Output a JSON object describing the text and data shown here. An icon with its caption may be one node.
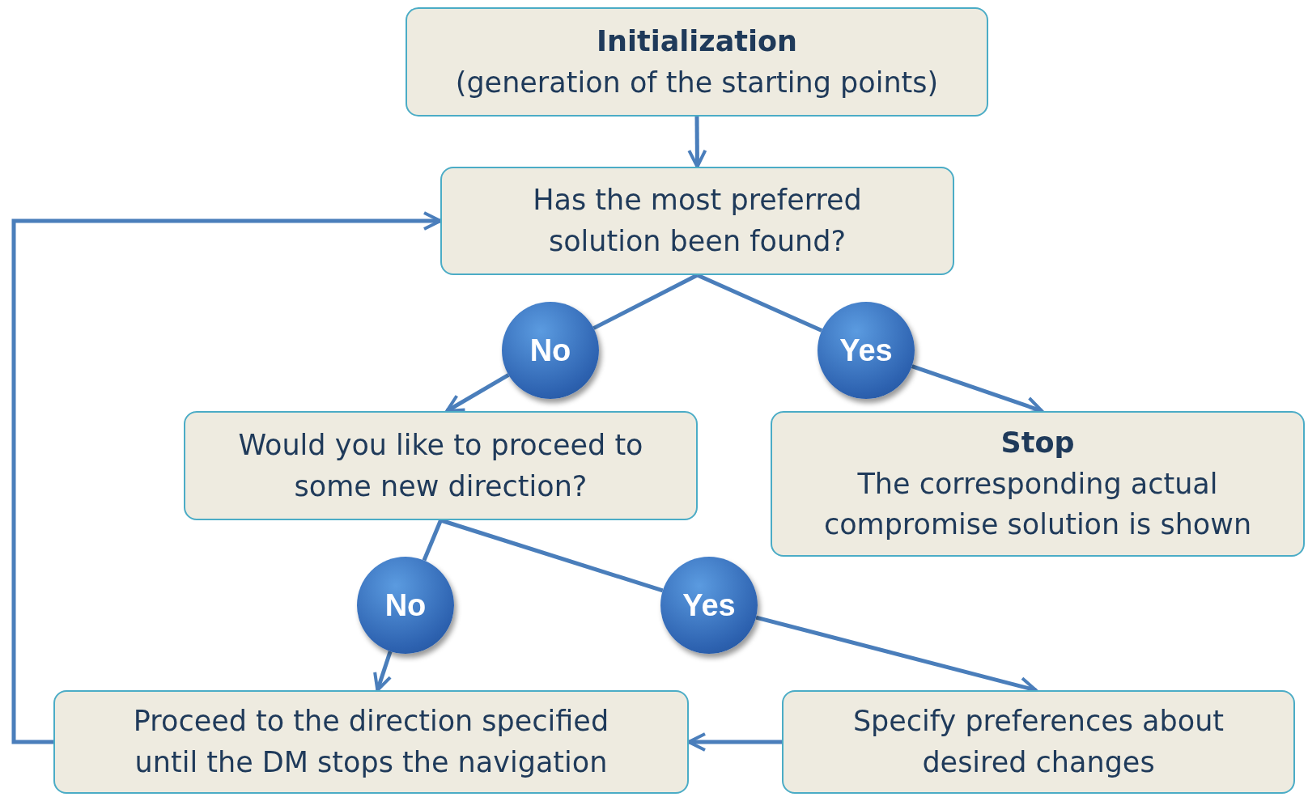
{
  "diagram": {
    "nodes": [
      {
        "text": [
          "Initialization",
          "(generation of the starting points)"
        ]
      },
      {
        "text": [
          "Has the most preferred solution been found?"
        ]
      },
      {
        "text": [
          "No"
        ]
      },
      {
        "text": [
          "Yes"
        ]
      },
      {
        "text": [
          "Would you like to proceed to some new direction?"
        ]
      },
      {
        "text": [
          "Stop",
          "The corresponding actual compromise solution is shown"
        ]
      },
      {
        "text": [
          "No"
        ]
      },
      {
        "text": [
          "Yes"
        ]
      },
      {
        "text": [
          "Proceed to the direction specified until the DM stops the navigation"
        ]
      },
      {
        "text": [
          "Specify preferences about desired changes"
        ]
      }
    ],
    "edges": [
      {
        "from": 0,
        "to": 1,
        "arrow": "to"
      },
      {
        "from": 1,
        "to": 2,
        "arrow": "none"
      },
      {
        "from": 2,
        "to": 4,
        "arrow": "to"
      },
      {
        "from": 1,
        "to": 3,
        "arrow": "none"
      },
      {
        "from": 3,
        "to": 5,
        "arrow": "to"
      },
      {
        "from": 4,
        "to": 6,
        "arrow": "none"
      },
      {
        "from": 6,
        "to": 8,
        "arrow": "to"
      },
      {
        "from": 4,
        "to": 7,
        "arrow": "none"
      },
      {
        "from": 7,
        "to": 9,
        "arrow": "to"
      },
      {
        "from": 9,
        "to": 8,
        "arrow": "to"
      },
      {
        "from": 8,
        "to": 1,
        "arrow": "to"
      }
    ]
  }
}
